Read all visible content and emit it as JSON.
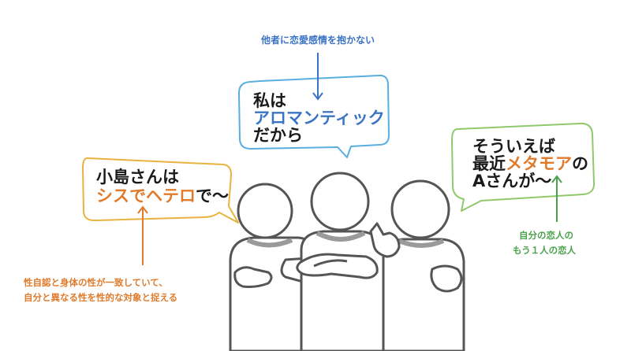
{
  "colors": {
    "blue": "#3b74c4",
    "orange": "#e07b2c",
    "green": "#4aa24d",
    "outline": "#555555",
    "figure_fill": "#ffffff"
  },
  "top_annotation": {
    "text": "他者に恋愛感情を抱かない"
  },
  "center_bubble": {
    "line1": "私は",
    "line2": "アロマンティック",
    "line3": "だから"
  },
  "left_bubble": {
    "line1": "小島さんは",
    "highlight": "シスでヘテロ",
    "suffix": "で〜"
  },
  "right_bubble": {
    "line1": "そういえば",
    "line2_prefix": "最近",
    "line2_highlight": "メタモア",
    "line2_suffix": "の",
    "line3": "Aさんが〜"
  },
  "left_annotation": {
    "line1": "性自認と身体の性が一致していて、",
    "line2": "自分と異なる性を性的な対象と捉える"
  },
  "right_annotation": {
    "line1": "自分の恋人の",
    "line2": "もう１人の恋人"
  }
}
